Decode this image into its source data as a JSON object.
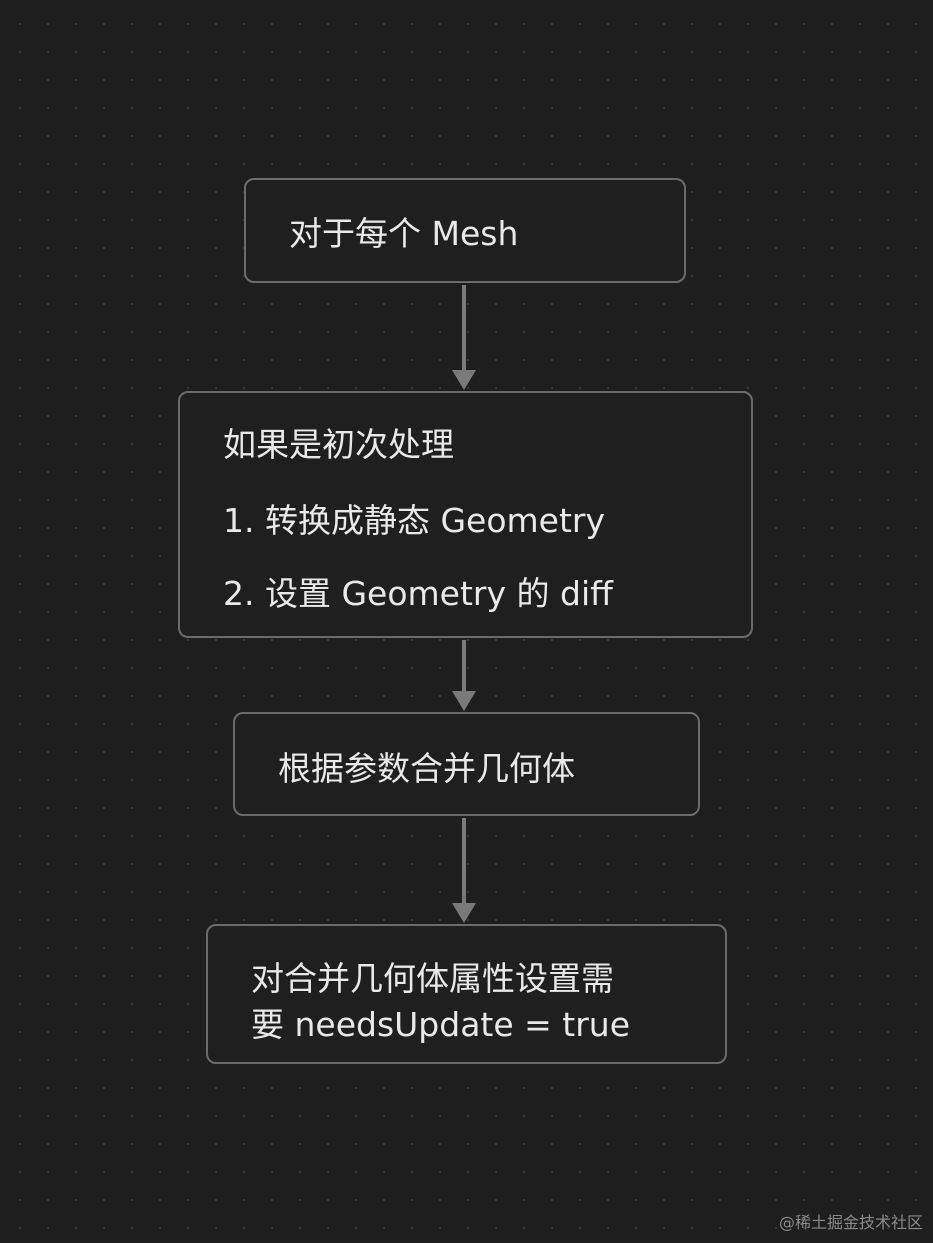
{
  "nodes": [
    {
      "id": "n1",
      "lines": [
        "对于每个 Mesh"
      ]
    },
    {
      "id": "n2",
      "lines": [
        "如果是初次处理",
        "1. 转换成静态 Geometry",
        "2. 设置 Geometry 的 diff"
      ]
    },
    {
      "id": "n3",
      "lines": [
        "根据参数合并几何体"
      ]
    },
    {
      "id": "n4",
      "lines": [
        "对合并几何体属性设置需",
        "要 needsUpdate = true"
      ]
    }
  ],
  "edges": [
    {
      "from": "n1",
      "to": "n2"
    },
    {
      "from": "n2",
      "to": "n3"
    },
    {
      "from": "n3",
      "to": "n4"
    }
  ],
  "colors": {
    "background": "#1e1e1e",
    "node_border": "#6b6b6b",
    "arrow": "#7a7a7a",
    "text": "#e9e9e9"
  },
  "watermark": "@稀土掘金技术社区"
}
